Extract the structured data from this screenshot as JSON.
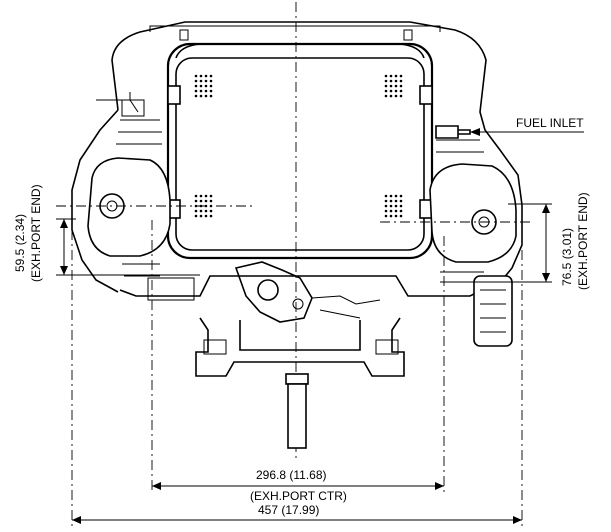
{
  "labels": {
    "fuel_inlet": "FUEL INLET",
    "left_dim_value": "59.5 (2.34)",
    "left_dim_note": "(EXH.PORT END)",
    "right_dim_value": "76.5 (3.01)",
    "right_dim_note": "(EXH.PORT END)",
    "center_dim_value": "296.8 (11.68)",
    "center_dim_note": "(EXH.PORT CTR)",
    "overall_dim_value": "457 (17.99)"
  },
  "colors": {
    "line": "#000000",
    "background": "#ffffff"
  }
}
